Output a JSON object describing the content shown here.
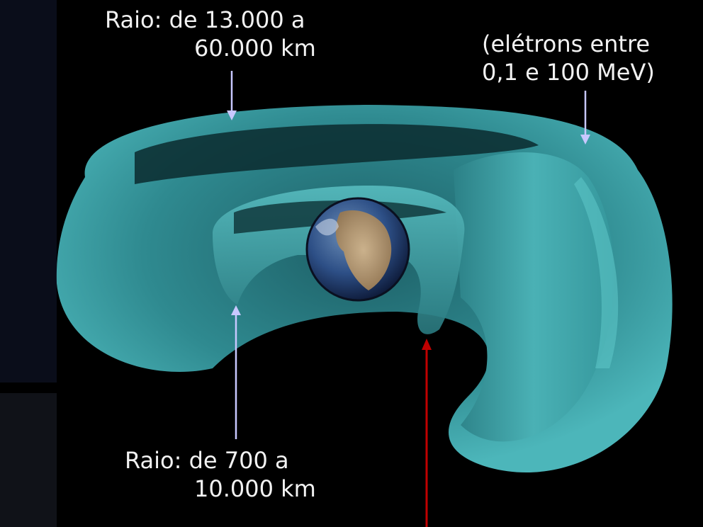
{
  "labels": {
    "outer_belt": {
      "line1": "Raio: de 13.000 a",
      "line2": "60.000 km"
    },
    "electrons": {
      "line1": "(elétrons entre",
      "line2": "0,1 e 100 MeV)"
    },
    "inner_belt": {
      "line1": "Raio: de 700 a",
      "line2": "10.000 km"
    }
  },
  "colors": {
    "background": "#000000",
    "belt": "#3fa3a8",
    "arrow_pointer": "#c8c8ff",
    "arrow_red": "#c00000",
    "text": "#f2f2f2"
  },
  "icons": [
    "earth-icon"
  ]
}
